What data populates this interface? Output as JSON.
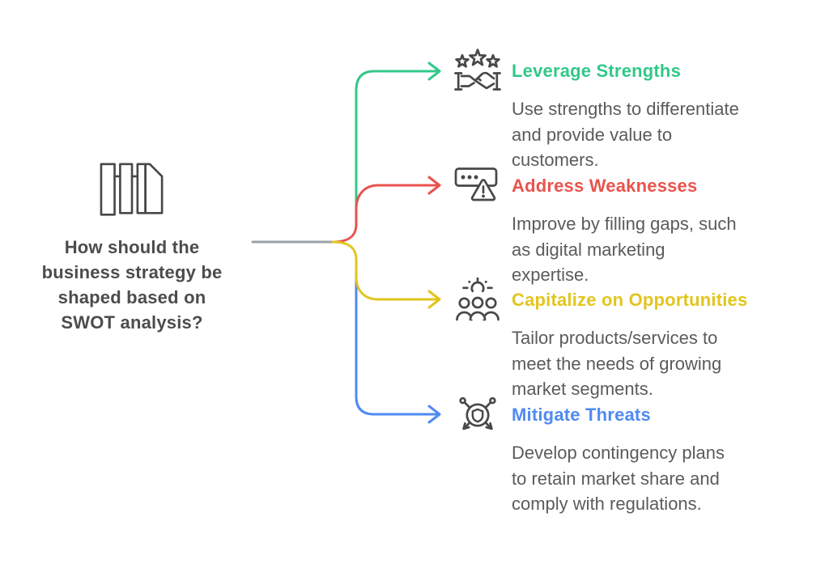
{
  "palette": {
    "stem": "#9ba1a6",
    "icon": "#47484a",
    "question_text": "#4b4c4e",
    "body_text": "#5a5b5d",
    "background": "#ffffff"
  },
  "question": {
    "text": "How should the\nbusiness strategy be\nshaped based on\nSWOT analysis?",
    "icon": "strategy-document-icon"
  },
  "branches": [
    {
      "id": "strengths",
      "label": "Leverage Strengths",
      "description": "Use strengths to differentiate\nand provide value to\ncustomers.",
      "color": "#32c889",
      "icon": "stars-handshake-icon"
    },
    {
      "id": "weaknesses",
      "label": "Address Weaknesses",
      "description": "Improve by filling gaps, such\nas digital marketing\nexpertise.",
      "color": "#e9534e",
      "icon": "warning-panel-icon"
    },
    {
      "id": "opportunities",
      "label": "Capitalize on Opportunities",
      "description": "Tailor products/services to\nmeet the needs of growing\nmarket segments.",
      "color": "#e2c51d",
      "icon": "crowd-sun-icon"
    },
    {
      "id": "threats",
      "label": "Mitigate Threats",
      "description": "Develop contingency plans\nto retain market share and\ncomply with regulations.",
      "color": "#4f8af2",
      "icon": "shield-network-icon"
    }
  ]
}
